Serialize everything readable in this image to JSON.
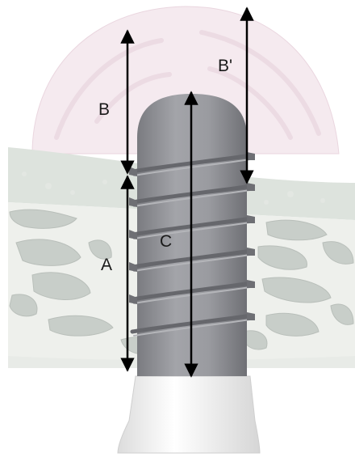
{
  "labels": {
    "a": "A",
    "b": "B",
    "b_prime": "B'",
    "c": "C"
  },
  "colors": {
    "sinus_membrane": "#f3e6ec",
    "cortical_bone": "#dfe4df",
    "cancellous_bone": "#eef0ec",
    "trabeculae": "#c9cfca",
    "implant_body": "#8b8c91",
    "implant_thread": "#6e6f74",
    "implant_collar": "#f1f1f1",
    "arrow": "#000000"
  }
}
